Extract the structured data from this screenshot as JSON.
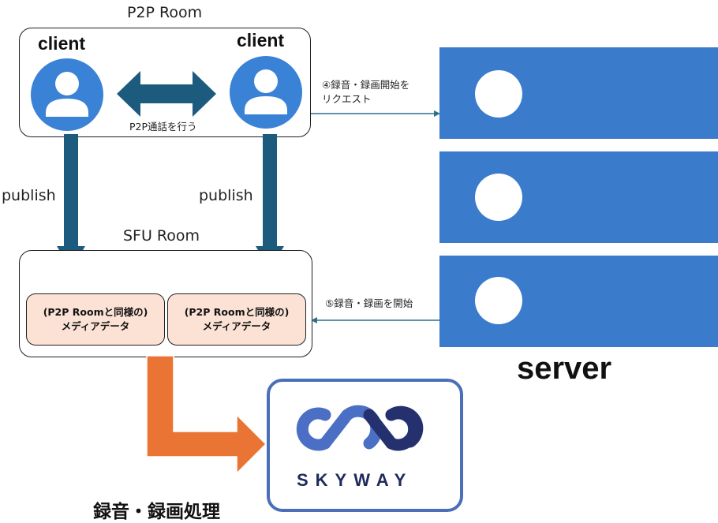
{
  "p2p_room": {
    "title": "P2P Room",
    "client_left": "client",
    "client_right": "client",
    "p2p_call_label": "P2P通話を行う"
  },
  "sfu_room": {
    "title": "SFU Room",
    "media_left": {
      "line1": "(P2P Roomと同様の)",
      "line2": "メディアデータ"
    },
    "media_right": {
      "line1": "(P2P Roomと同様の)",
      "line2": "メディアデータ"
    }
  },
  "publish": {
    "left": "publish",
    "right": "publish"
  },
  "server": {
    "label": "server",
    "request_label_line1": "④録音・録画開始を",
    "request_label_line2": "リクエスト",
    "start_label": "⑤録音・録画を開始"
  },
  "skyway": {
    "logo_text": "SKYWAY"
  },
  "processing_label": "録音・録画処理",
  "colors": {
    "dark_arrow": "#1d5b7e",
    "user_icon": "#3a82d6",
    "server": "#3a7bcc",
    "media_box": "#fbe2d5",
    "orange_arrow": "#ea7433",
    "skyway_light": "#4b6fc4",
    "skyway_dark": "#25306e",
    "line": "#2f6f8a"
  },
  "icons": [
    "user-avatar-icon",
    "skyway-logo-icon"
  ]
}
